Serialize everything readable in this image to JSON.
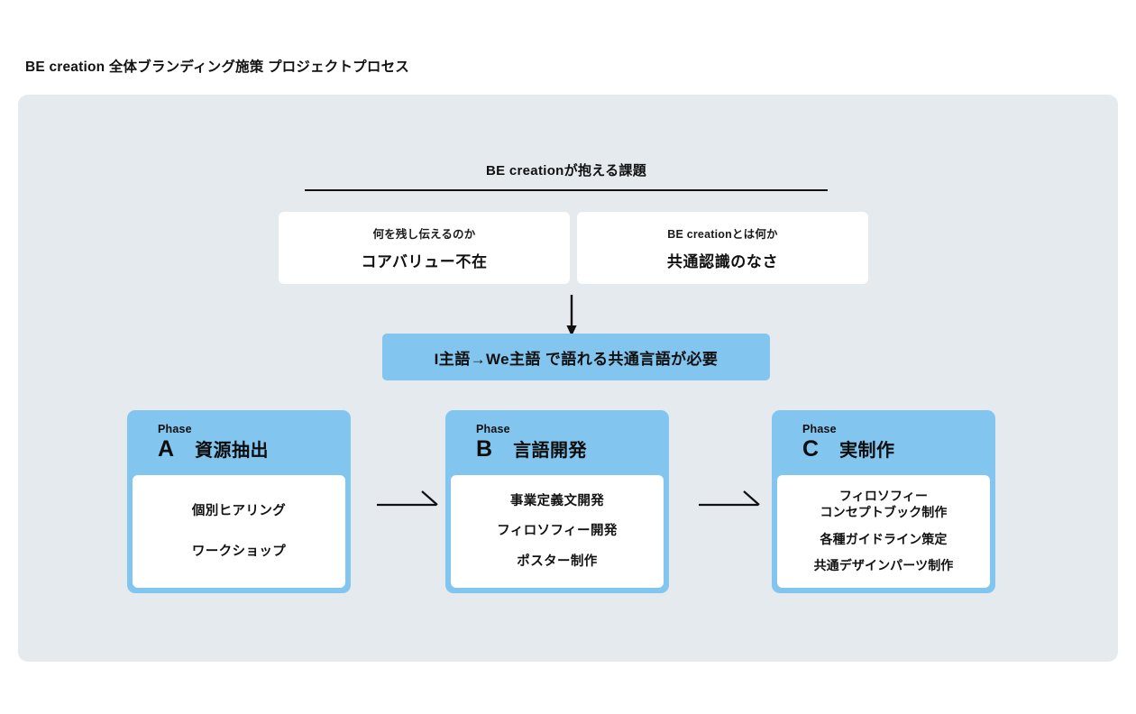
{
  "title": "BE creation 全体ブランディング施策 プロジェクトプロセス",
  "issue_section": {
    "heading": "BE creationが抱える課題",
    "cards": [
      {
        "sub": "何を残し伝えるのか",
        "main": "コアバリュー不在"
      },
      {
        "sub": "BE creationとは何か",
        "main": "共通認識のなさ"
      }
    ],
    "arrow_icon": "arrow-down-icon"
  },
  "statement": {
    "text": "I主語→We主語 で語れる共通言語が必要",
    "color": "#82c5ee"
  },
  "phases": [
    {
      "label": "Phase",
      "letter": "A",
      "title": "資源抽出",
      "items": [
        "個別ヒアリング",
        "ワークショップ"
      ]
    },
    {
      "label": "Phase",
      "letter": "B",
      "title": "言語開発",
      "items": [
        "事業定義文開発",
        "フィロソフィー開発",
        "ポスター制作"
      ]
    },
    {
      "label": "Phase",
      "letter": "C",
      "title": "実制作",
      "items": [
        "フィロソフィー\nコンセプトブック制作",
        "各種ガイドライン策定",
        "共通デザインパーツ制作"
      ]
    }
  ],
  "connectors": [
    {
      "icon": "arrow-right-icon"
    },
    {
      "icon": "arrow-right-icon"
    }
  ],
  "colors": {
    "panel_background": "#e4eaee",
    "accent_blue": "#82c5ee",
    "card_white": "#ffffff",
    "text": "#111111"
  }
}
